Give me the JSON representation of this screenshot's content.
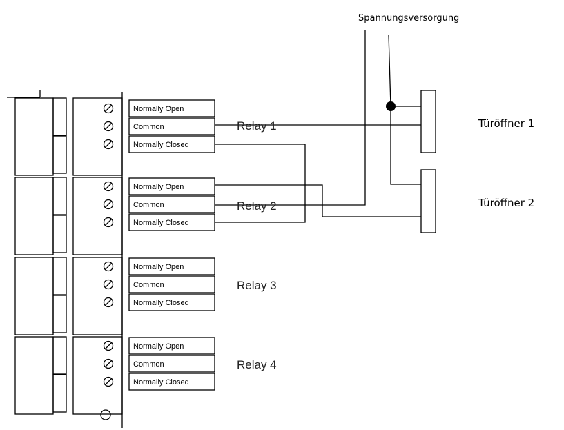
{
  "power_supply": {
    "label": "Spannungsversorgung"
  },
  "door_openers": [
    {
      "label": "Türöffner 1"
    },
    {
      "label": "Türöffner 2"
    }
  ],
  "relays": [
    {
      "label": "Relay 1",
      "terminals": [
        "Normally Open",
        "Common",
        "Normally Closed"
      ]
    },
    {
      "label": "Relay 2",
      "terminals": [
        "Normally Open",
        "Common",
        "Normally Closed"
      ]
    },
    {
      "label": "Relay 3",
      "terminals": [
        "Normally Open",
        "Common",
        "Normally Closed"
      ]
    },
    {
      "label": "Relay 4",
      "terminals": [
        "Normally Open",
        "Common",
        "Normally Closed"
      ]
    }
  ]
}
